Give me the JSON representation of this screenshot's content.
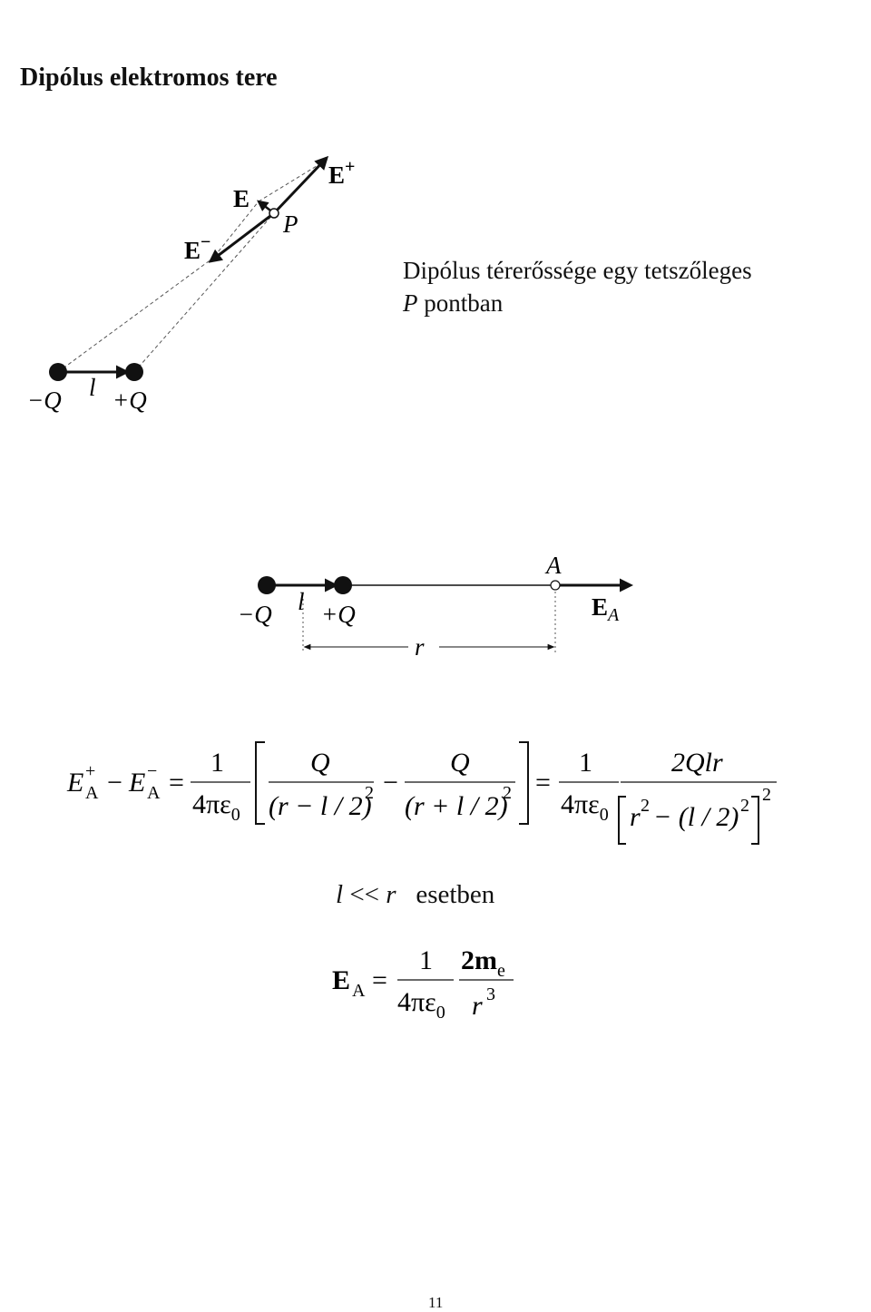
{
  "page": {
    "title": "Dipólus elektromos tere",
    "page_number": "11"
  },
  "figure1": {
    "caption_line1": "Dipólus térerőssége egy tetszőleges",
    "caption_P": "P",
    "caption_line2_rest": " pontban",
    "label_E": "E",
    "label_E_plus": "E",
    "sup_plus": "+",
    "label_E_minus": "E",
    "sup_minus": "−",
    "label_P": "P",
    "label_neg_Q": "−Q",
    "label_l": "l",
    "label_pos_Q": "+Q"
  },
  "figure2": {
    "label_A": "A",
    "label_EA": "E",
    "sub_A": "A",
    "label_neg_Q": "−Q",
    "label_l": "l",
    "label_pos_Q": "+Q",
    "label_r": "r"
  },
  "equation1": {
    "lhs_E1": "E",
    "sup_plus": "+",
    "sub_A1": "A",
    "minus": "−",
    "lhs_E2": "E",
    "sup_minus": "−",
    "sub_A2": "A",
    "equals": "=",
    "one": "1",
    "four_pi_eps": "4πε",
    "sub_zero": "0",
    "Q": "Q",
    "den1": "(r − l / 2)",
    "den2": "(r + l / 2)",
    "sq": "2",
    "numerator_right": "2Qlr",
    "den_right_r": "r",
    "den_right_rest": " − (l / 2)"
  },
  "condition": {
    "l": "l",
    "ll": " << ",
    "r": "r",
    "text": "esetben"
  },
  "equation2": {
    "E": "E",
    "sub_A": "A",
    "equals": "=",
    "one": "1",
    "four_pi_eps": "4πε",
    "sub_zero": "0",
    "two_m": "2m",
    "sub_e": "e",
    "r": "r",
    "cube": "3"
  }
}
